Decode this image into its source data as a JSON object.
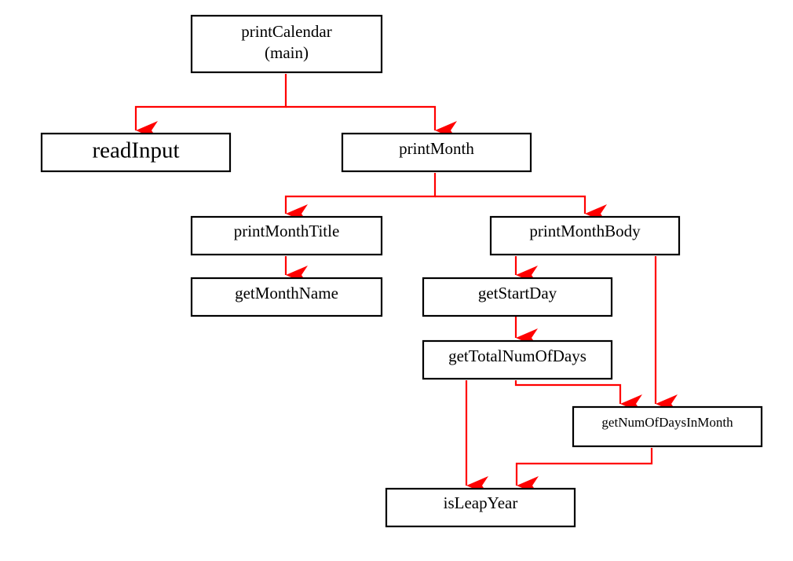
{
  "diagram": {
    "edge_color": "#ff0000",
    "nodes": {
      "print_calendar": {
        "line1": "printCalendar",
        "line2": "(main)"
      },
      "read_input": {
        "label": "readInput"
      },
      "print_month": {
        "label": "printMonth"
      },
      "print_month_title": {
        "label": "printMonthTitle"
      },
      "print_month_body": {
        "label": "printMonthBody"
      },
      "get_month_name": {
        "label": "getMonthName"
      },
      "get_start_day": {
        "label": "getStartDay"
      },
      "get_total_num_of_days": {
        "label": "getTotalNumOfDays"
      },
      "get_num_of_days_in_month": {
        "label": "getNumOfDaysInMonth"
      },
      "is_leap_year": {
        "label": "isLeapYear"
      }
    },
    "edges": [
      {
        "from": "print_calendar",
        "to": "read_input"
      },
      {
        "from": "print_calendar",
        "to": "print_month"
      },
      {
        "from": "print_month",
        "to": "print_month_title"
      },
      {
        "from": "print_month",
        "to": "print_month_body"
      },
      {
        "from": "print_month_title",
        "to": "get_month_name"
      },
      {
        "from": "print_month_body",
        "to": "get_start_day"
      },
      {
        "from": "print_month_body",
        "to": "get_num_of_days_in_month"
      },
      {
        "from": "get_start_day",
        "to": "get_total_num_of_days"
      },
      {
        "from": "get_total_num_of_days",
        "to": "get_num_of_days_in_month"
      },
      {
        "from": "get_total_num_of_days",
        "to": "is_leap_year"
      },
      {
        "from": "get_num_of_days_in_month",
        "to": "is_leap_year"
      }
    ]
  }
}
